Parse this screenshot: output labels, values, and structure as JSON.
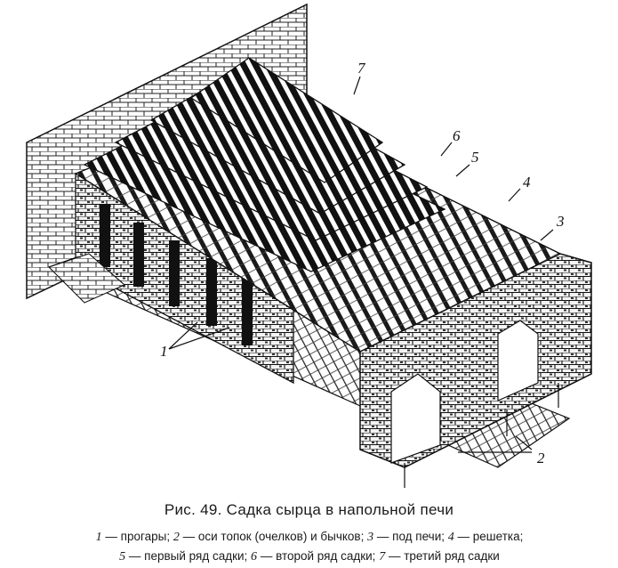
{
  "figure": {
    "caption_title": "Рис. 49. Садка сырца в напольной печи",
    "callouts": [
      "1",
      "2",
      "3",
      "4",
      "5",
      "6",
      "7"
    ],
    "legend": [
      {
        "num": "1",
        "text": "— прогары;"
      },
      {
        "num": "2",
        "text": "— оси топок (очелков) и бычков;"
      },
      {
        "num": "3",
        "text": "— под печи;"
      },
      {
        "num": "4",
        "text": "— решетка;"
      },
      {
        "num": "5",
        "text": "— первый ряд садки;"
      },
      {
        "num": "6",
        "text": "— второй ряд садки;"
      },
      {
        "num": "7",
        "text": "— третий ряд садки"
      }
    ]
  }
}
